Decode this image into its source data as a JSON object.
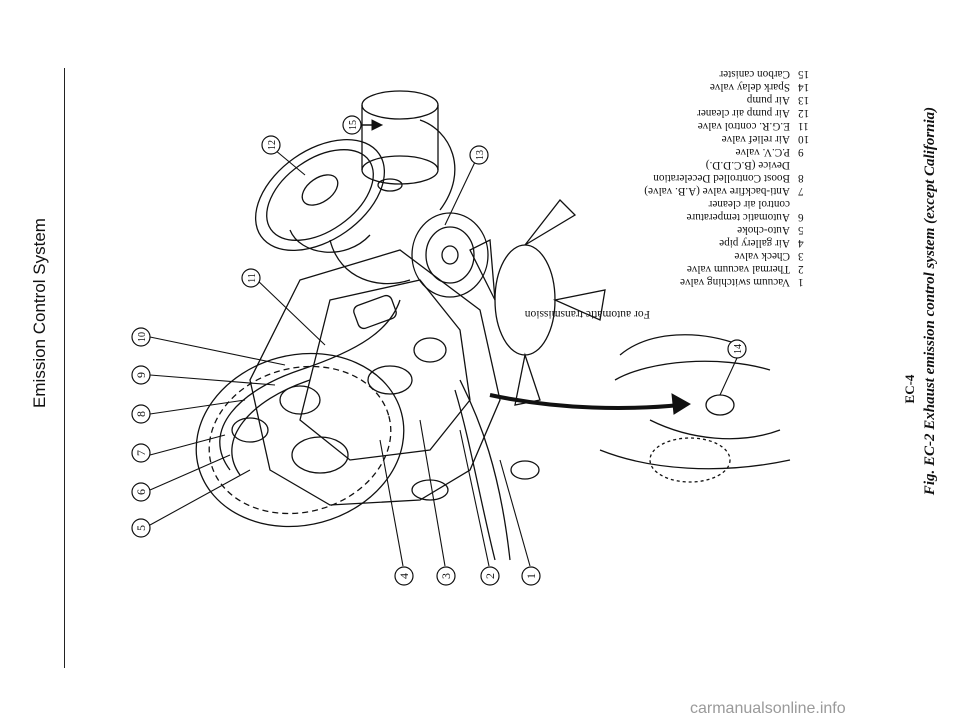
{
  "page": {
    "side_title": "Emission Control System",
    "figure_caption": "Fig. EC-2  Exhaust emission control system (except California)",
    "page_number": "EC-4",
    "automatic_note": "For automatic transmission",
    "watermark": "carmanualsonline.info"
  },
  "legend": [
    {
      "num": "1",
      "label": "Vacuum switching valve"
    },
    {
      "num": "2",
      "label": "Thermal vacuum valve"
    },
    {
      "num": "3",
      "label": "Check valve"
    },
    {
      "num": "4",
      "label": "Air gallery pipe"
    },
    {
      "num": "5",
      "label": "Auto-choke"
    },
    {
      "num": "6",
      "label": "Automatic temperature"
    },
    {
      "num": "",
      "label": "control air cleaner"
    },
    {
      "num": "7",
      "label": "Anti-backfire valve (A.B. valve)"
    },
    {
      "num": "8",
      "label": "Boost Controlled Deceleration"
    },
    {
      "num": "",
      "label": "Device (B.C.D.D.)"
    },
    {
      "num": "9",
      "label": "P.C.V. valve"
    },
    {
      "num": "10",
      "label": "Air relief valve"
    },
    {
      "num": "11",
      "label": "E.G.R. control valve"
    },
    {
      "num": "12",
      "label": "Air pump air cleaner"
    },
    {
      "num": "13",
      "label": "Air pump"
    },
    {
      "num": "14",
      "label": "Spark delay valve"
    },
    {
      "num": "15",
      "label": "Carbon canister"
    }
  ],
  "callouts": [
    {
      "id": "1",
      "text": "1"
    },
    {
      "id": "2",
      "text": "2"
    },
    {
      "id": "3",
      "text": "3"
    },
    {
      "id": "4",
      "text": "4"
    },
    {
      "id": "5",
      "text": "5"
    },
    {
      "id": "6",
      "text": "6"
    },
    {
      "id": "7",
      "text": "7"
    },
    {
      "id": "8",
      "text": "8"
    },
    {
      "id": "9",
      "text": "9"
    },
    {
      "id": "10",
      "text": "10"
    },
    {
      "id": "11",
      "text": "11"
    },
    {
      "id": "12",
      "text": "12"
    },
    {
      "id": "13",
      "text": "13"
    },
    {
      "id": "14",
      "text": "14"
    },
    {
      "id": "15",
      "text": "15"
    }
  ]
}
